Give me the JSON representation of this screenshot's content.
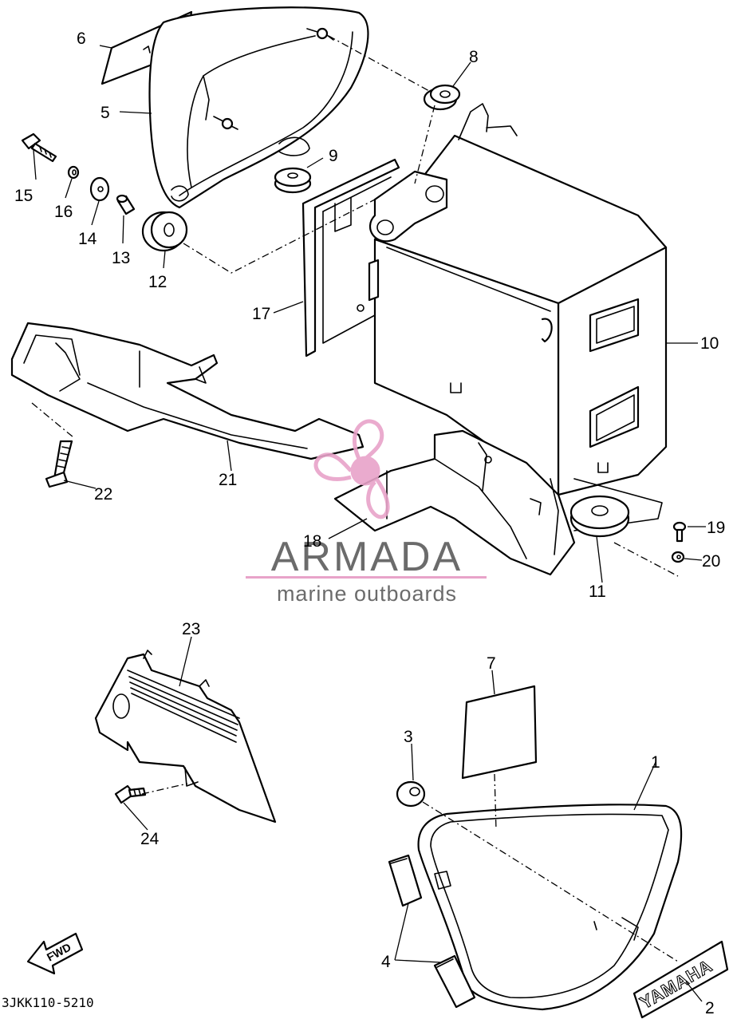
{
  "diagram": {
    "code": "3JKK110-5210",
    "fwd_label": "FWD",
    "brand_label": "YAMAHA",
    "callouts": [
      {
        "id": "c1",
        "text": "1"
      },
      {
        "id": "c2",
        "text": "2"
      },
      {
        "id": "c3",
        "text": "3"
      },
      {
        "id": "c4",
        "text": "4"
      },
      {
        "id": "c5",
        "text": "5"
      },
      {
        "id": "c6",
        "text": "6"
      },
      {
        "id": "c7",
        "text": "7"
      },
      {
        "id": "c8",
        "text": "8"
      },
      {
        "id": "c9",
        "text": "9"
      },
      {
        "id": "c10",
        "text": "10"
      },
      {
        "id": "c11",
        "text": "11"
      },
      {
        "id": "c12",
        "text": "12"
      },
      {
        "id": "c13",
        "text": "13"
      },
      {
        "id": "c14",
        "text": "14"
      },
      {
        "id": "c15",
        "text": "15"
      },
      {
        "id": "c16",
        "text": "16"
      },
      {
        "id": "c17",
        "text": "17"
      },
      {
        "id": "c18",
        "text": "18"
      },
      {
        "id": "c19",
        "text": "19"
      },
      {
        "id": "c20",
        "text": "20"
      },
      {
        "id": "c21",
        "text": "21"
      },
      {
        "id": "c22",
        "text": "22"
      },
      {
        "id": "c23",
        "text": "23"
      },
      {
        "id": "c24",
        "text": "24"
      }
    ]
  },
  "watermark": {
    "brand": "ARMADA",
    "tagline": "marine outboards",
    "accent_color": "#e8a3c9",
    "text_color": "#6b6b6b"
  }
}
